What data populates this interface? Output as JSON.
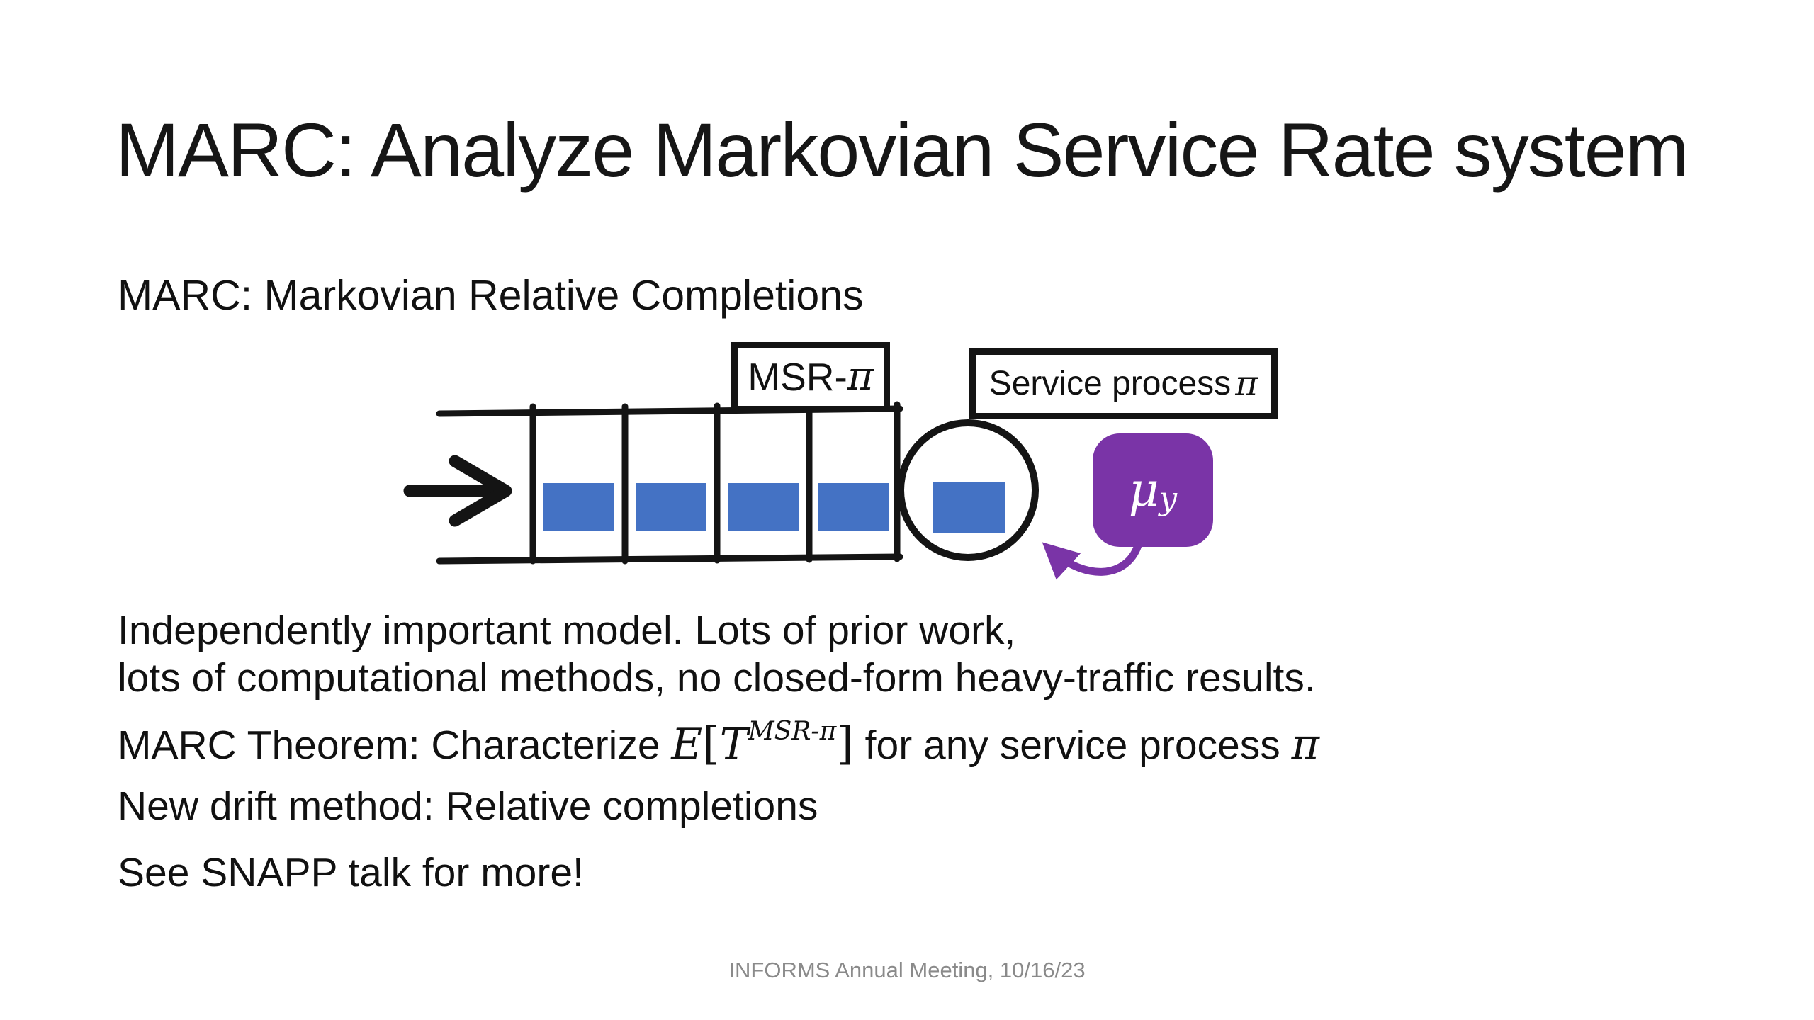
{
  "slide": {
    "title": "MARC: Analyze Markovian Service Rate system",
    "subtitle": "MARC: Markovian Relative Completions",
    "body": {
      "para1_line1": "Independently important model. Lots of prior work,",
      "para1_line2": "lots of computational methods, no closed-form heavy-traffic results.",
      "theorem": {
        "prefix": "MARC Theorem: Characterize ",
        "E": "E",
        "lbracket": "[",
        "T": "T",
        "superscript": "MSR-π",
        "rbracket": "]",
        "suffix": " for any service process ",
        "pi": "π"
      },
      "line_drift": "New drift method: Relative completions",
      "line_snapp": "See SNAPP talk for more!"
    },
    "diagram": {
      "msr_label_prefix": "MSR-",
      "msr_label_pi": "π",
      "service_label_text": "Service process",
      "service_label_pi": "π",
      "mu_symbol": "μ",
      "mu_subscript": "y",
      "queue_cells": 4,
      "jobs_in_queue": 4,
      "jobs_in_service": 1
    },
    "footer": "INFORMS Annual Meeting, 10/16/23",
    "colors": {
      "job_blue": "#4472C4",
      "service_purple": "#7A34A7",
      "line_black": "#141414",
      "footer_gray": "#8A8A8A"
    }
  }
}
